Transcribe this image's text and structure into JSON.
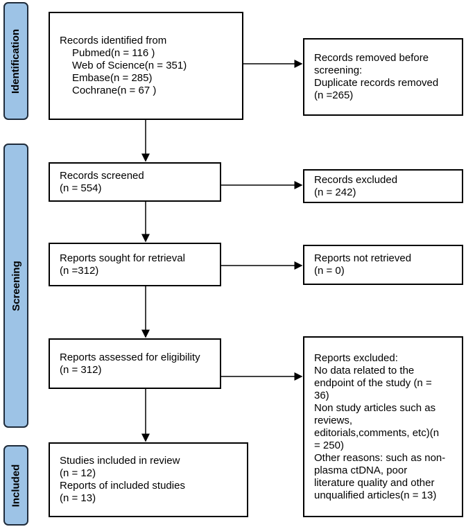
{
  "phases": {
    "identification": "Identification",
    "screening": "Screening",
    "included": "Included"
  },
  "boxes": {
    "identified": {
      "title": "Records identified from",
      "sources": [
        "Pubmed(n = 116 )",
        "Web of Science(n = 351)",
        "Embase(n = 285)",
        "Cochrane(n = 67 )"
      ]
    },
    "removed": {
      "lines": [
        "Records removed before",
        "screening:",
        "Duplicate records removed",
        "(n =265)"
      ]
    },
    "screened": {
      "lines": [
        "Records screened",
        "(n = 554)"
      ]
    },
    "excluded": {
      "lines": [
        "Records excluded",
        "(n = 242)"
      ]
    },
    "sought": {
      "lines": [
        "Reports sought for retrieval",
        "(n =312)"
      ]
    },
    "not_retrieved": {
      "lines": [
        "Reports not retrieved",
        "(n = 0)"
      ]
    },
    "assessed": {
      "lines": [
        "Reports assessed for eligibility",
        "(n = 312)"
      ]
    },
    "reports_excluded": {
      "lines": [
        "Reports excluded:",
        "No data related to the",
        "endpoint of the study (n =",
        "36)",
        "Non study articles such as",
        "reviews,",
        "editorials,comments, etc)(n",
        "= 250)",
        "Other reasons: such as non-",
        "plasma ctDNA, poor",
        "literature quality and other",
        "unqualified articles(n = 13)"
      ]
    },
    "included": {
      "lines": [
        "Studies included in review",
        "(n = 12)",
        "Reports of included studies",
        "(n = 13)"
      ]
    }
  },
  "colors": {
    "phase_fill": "#9dc3e6",
    "phase_border": "#1f2b3a"
  }
}
